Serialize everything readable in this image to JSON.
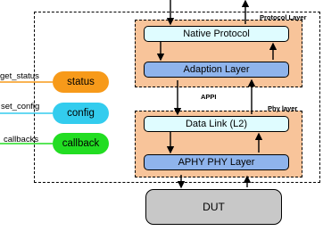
{
  "labels": {
    "protocol_layer": "Protocol Layer",
    "phy_layer": "Phy layer",
    "appi": "APPI"
  },
  "blocks": {
    "native_protocol": "Native Protocol",
    "adaption_layer": "Adaption Layer",
    "data_link": "Data Link (L2)",
    "aphy_phy_layer": "APHY PHY Layer",
    "dut": "DUT"
  },
  "interfaces": [
    {
      "name": "get_status",
      "label": "status",
      "color": "#f79a1a"
    },
    {
      "name": "set_config",
      "label": "config",
      "color": "#33ccee"
    },
    {
      "name": "callbacks",
      "label": "callback",
      "color": "#22dd22"
    }
  ],
  "colors": {
    "layer_fill": "#f8c49a",
    "native_fill": "#dffcff",
    "adaption_fill": "#8fb4ec",
    "dut_fill": "#c8c8c8"
  }
}
